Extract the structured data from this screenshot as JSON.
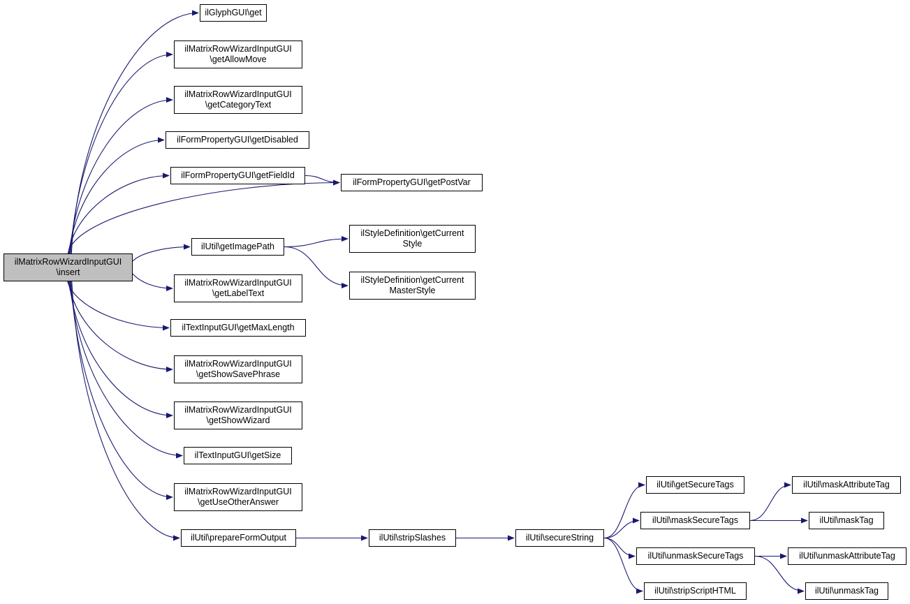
{
  "colors": {
    "edge": "#191970",
    "root_fill": "#bfbfbf",
    "node_fill": "#ffffff",
    "border": "#000000"
  },
  "nodes": {
    "root": [
      "ilMatrixRowWizardInputGUI",
      "\\insert"
    ],
    "glyph_get": [
      "ilGlyphGUI\\get"
    ],
    "get_allow_move": [
      "ilMatrixRowWizardInputGUI",
      "\\getAllowMove"
    ],
    "get_category_text": [
      "ilMatrixRowWizardInputGUI",
      "\\getCategoryText"
    ],
    "get_disabled": [
      "ilFormPropertyGUI\\getDisabled"
    ],
    "get_field_id": [
      "ilFormPropertyGUI\\getFieldId"
    ],
    "get_post_var": [
      "ilFormPropertyGUI\\getPostVar"
    ],
    "get_image_path": [
      "ilUtil\\getImagePath"
    ],
    "get_current_style": [
      "ilStyleDefinition\\getCurrent",
      "Style"
    ],
    "get_current_master_style": [
      "ilStyleDefinition\\getCurrent",
      "MasterStyle"
    ],
    "get_label_text": [
      "ilMatrixRowWizardInputGUI",
      "\\getLabelText"
    ],
    "get_max_length": [
      "ilTextInputGUI\\getMaxLength"
    ],
    "get_show_save_phrase": [
      "ilMatrixRowWizardInputGUI",
      "\\getShowSavePhrase"
    ],
    "get_show_wizard": [
      "ilMatrixRowWizardInputGUI",
      "\\getShowWizard"
    ],
    "get_size": [
      "ilTextInputGUI\\getSize"
    ],
    "get_use_other_answer": [
      "ilMatrixRowWizardInputGUI",
      "\\getUseOtherAnswer"
    ],
    "prepare_form_output": [
      "ilUtil\\prepareFormOutput"
    ],
    "strip_slashes": [
      "ilUtil\\stripSlashes"
    ],
    "secure_string": [
      "ilUtil\\secureString"
    ],
    "get_secure_tags": [
      "ilUtil\\getSecureTags"
    ],
    "mask_secure_tags": [
      "ilUtil\\maskSecureTags"
    ],
    "unmask_secure_tags": [
      "ilUtil\\unmaskSecureTags"
    ],
    "strip_script_html": [
      "ilUtil\\stripScriptHTML"
    ],
    "mask_attribute_tag": [
      "ilUtil\\maskAttributeTag"
    ],
    "mask_tag": [
      "ilUtil\\maskTag"
    ],
    "unmask_attribute_tag": [
      "ilUtil\\unmaskAttributeTag"
    ],
    "unmask_tag": [
      "ilUtil\\unmaskTag"
    ]
  },
  "edges": [
    [
      "root",
      "glyph_get"
    ],
    [
      "root",
      "get_allow_move"
    ],
    [
      "root",
      "get_category_text"
    ],
    [
      "root",
      "get_disabled"
    ],
    [
      "root",
      "get_field_id"
    ],
    [
      "root",
      "get_post_var"
    ],
    [
      "root",
      "get_image_path"
    ],
    [
      "root",
      "get_label_text"
    ],
    [
      "root",
      "get_max_length"
    ],
    [
      "root",
      "get_show_save_phrase"
    ],
    [
      "root",
      "get_show_wizard"
    ],
    [
      "root",
      "get_size"
    ],
    [
      "root",
      "get_use_other_answer"
    ],
    [
      "root",
      "prepare_form_output"
    ],
    [
      "get_field_id",
      "get_post_var"
    ],
    [
      "get_image_path",
      "get_current_style"
    ],
    [
      "get_image_path",
      "get_current_master_style"
    ],
    [
      "prepare_form_output",
      "strip_slashes"
    ],
    [
      "strip_slashes",
      "secure_string"
    ],
    [
      "secure_string",
      "get_secure_tags"
    ],
    [
      "secure_string",
      "mask_secure_tags"
    ],
    [
      "secure_string",
      "unmask_secure_tags"
    ],
    [
      "secure_string",
      "strip_script_html"
    ],
    [
      "mask_secure_tags",
      "mask_attribute_tag"
    ],
    [
      "mask_secure_tags",
      "mask_tag"
    ],
    [
      "unmask_secure_tags",
      "unmask_attribute_tag"
    ],
    [
      "unmask_secure_tags",
      "unmask_tag"
    ]
  ]
}
